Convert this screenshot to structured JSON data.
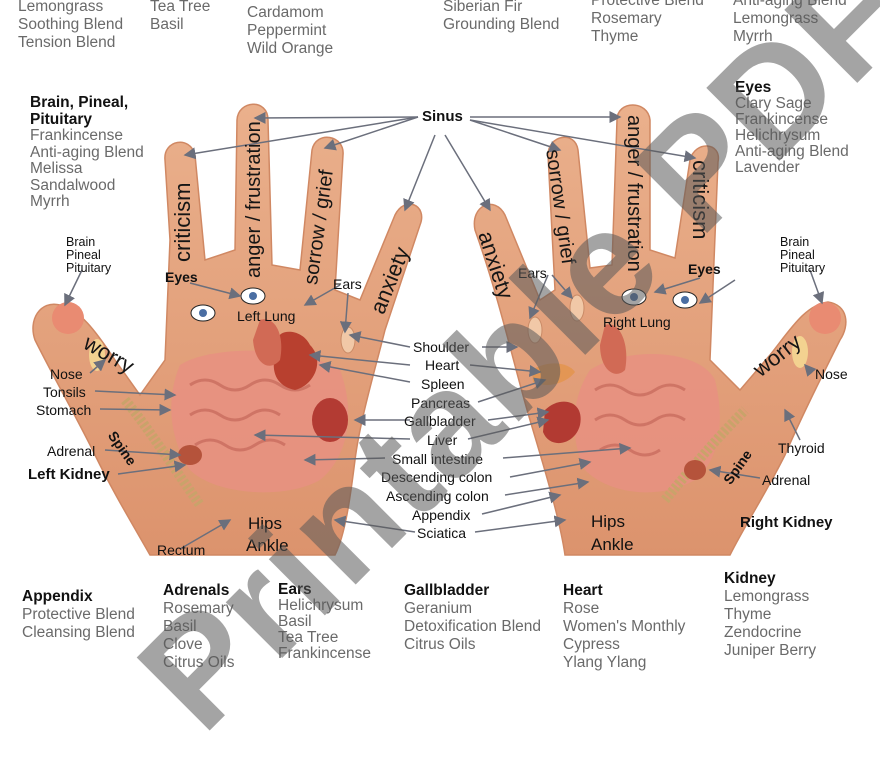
{
  "top_partial": {
    "col1": [
      "Lemongrass",
      "Soothing Blend",
      "Tension Blend"
    ],
    "col2": [
      "Tea Tree",
      "Basil"
    ],
    "col3": [
      "Cardamom",
      "Peppermint",
      "Wild Orange"
    ],
    "col4": [
      "Siberian Fir",
      "Grounding Blend"
    ],
    "col5": [
      "Protective Blend",
      "Rosemary",
      "Thyme"
    ],
    "col6": [
      "Anti-aging Blend",
      "Lemongrass",
      "Myrrh"
    ]
  },
  "brain_box": {
    "title_line1": "Brain, Pineal,",
    "title_line2": "Pituitary",
    "items": [
      "Frankincense",
      "Anti-aging Blend",
      "Melissa",
      "Sandalwood",
      "Myrrh"
    ]
  },
  "eyes_box": {
    "title": "Eyes",
    "items": [
      "Clary Sage",
      "Frankincense",
      "Helichrysum",
      "Anti-aging Blend",
      "Lavender"
    ]
  },
  "diagram": {
    "sinus": "Sinus",
    "left_hand": {
      "emotions": [
        "criticism",
        "anger / frustration",
        "sorrow / grief",
        "anxiety",
        "worry"
      ],
      "brain_small": [
        "Brain",
        "Pineal",
        "Pituitary"
      ],
      "eyes": "Eyes",
      "ears": "Ears",
      "lung": "Left Lung",
      "nose": "Nose",
      "tonsils": "Tonsils",
      "stomach": "Stomach",
      "adrenal": "Adrenal",
      "spine": "Spine",
      "kidney": "Left Kidney",
      "rectum": "Rectum",
      "hips": "Hips",
      "ankle": "Ankle"
    },
    "right_hand": {
      "emotions": [
        "criticism",
        "anger / frustration",
        "sorrow / grief",
        "anxiety",
        "worry"
      ],
      "brain_small": [
        "Brain",
        "Pineal",
        "Pituitary"
      ],
      "eyes": "Eyes",
      "ears": "Ears",
      "lung": "Right Lung",
      "nose": "Nose",
      "thyroid": "Thyroid",
      "adrenal": "Adrenal",
      "spine": "Spine",
      "kidney": "Right Kidney",
      "hips": "Hips",
      "ankle": "Ankle"
    },
    "center_labels": [
      "Shoulder",
      "Heart",
      "Spleen",
      "Pancreas",
      "Gallbladder",
      "Liver",
      "Small intestine",
      "Descending colon",
      "Ascending colon",
      "Appendix",
      "Sciatica"
    ]
  },
  "bottom": {
    "appendix": {
      "title": "Appendix",
      "items": [
        "Protective Blend",
        "Cleansing Blend"
      ]
    },
    "adrenals": {
      "title": "Adrenals",
      "items": [
        "Rosemary",
        "Basil",
        "Clove",
        "Citrus Oils"
      ]
    },
    "ears": {
      "title": "Ears",
      "items": [
        "Helichrysum",
        "Basil",
        "Tea Tree",
        "Frankincense"
      ]
    },
    "gallbladder": {
      "title": "Gallbladder",
      "items": [
        "Geranium",
        "Detoxification Blend",
        "Citrus Oils"
      ]
    },
    "heart": {
      "title": "Heart",
      "items": [
        "Rose",
        "Women's Monthly",
        "Cypress",
        "Ylang Ylang"
      ]
    },
    "kidney": {
      "title": "Kidney",
      "items": [
        "Lemongrass",
        "Thyme",
        "Zendocrine",
        "Juniper Berry"
      ]
    }
  },
  "watermark": "Printable PDF",
  "colors": {
    "skin": "#e7a882",
    "skin_dark": "#cf8a66",
    "organ": "#c95c4c",
    "intestine": "#e58f7f",
    "arrow": "#6b6f7c",
    "text_gray": "#6a6a6a"
  }
}
